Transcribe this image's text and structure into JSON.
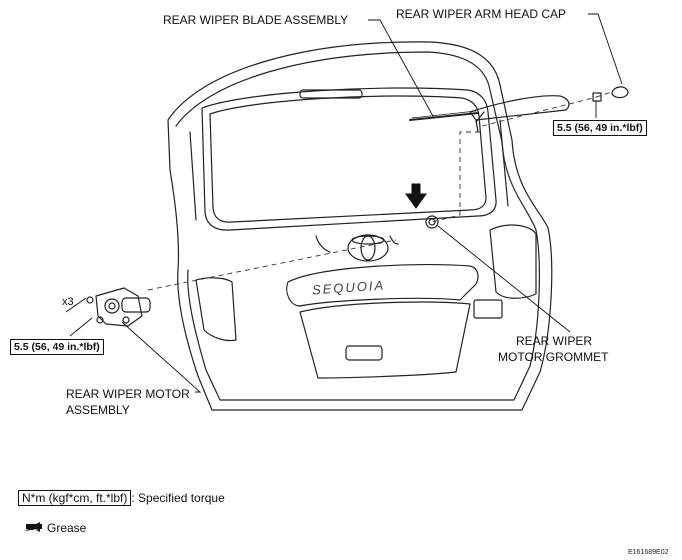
{
  "callouts": {
    "blade": "REAR WIPER BLADE ASSEMBLY",
    "cap": "REAR WIPER ARM HEAD CAP",
    "grommet": [
      "REAR WIPER",
      "MOTOR GROMMET"
    ],
    "motor": [
      "REAR WIPER MOTOR",
      "ASSEMBLY"
    ],
    "qty": "x3"
  },
  "torque_specs": {
    "nut": "5.5 (56, 49 in.*lbf)",
    "bolts": "5.5 (56, 49 in.*lbf)"
  },
  "emblem_text": "SEQUOIA",
  "legend": {
    "torque_box": "N*m (kgf*cm, ft.*lbf)",
    "torque_desc": ": Specified torque",
    "grease": "Grease"
  },
  "figure_code": "E161689E02"
}
